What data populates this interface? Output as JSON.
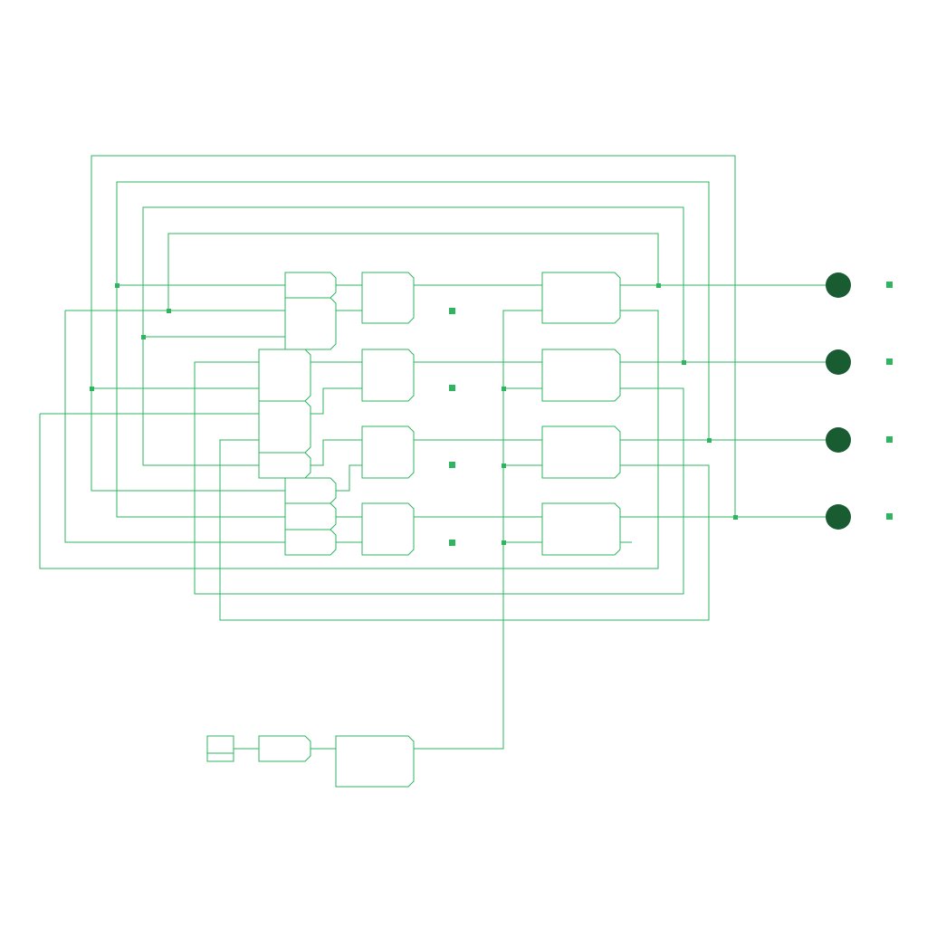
{
  "diagram": {
    "type": "logic-circuit-schematic",
    "colors": {
      "background": "#ffffff",
      "wire": "#2fb45f",
      "component_outline": "#2fb45f",
      "junction": "#2fb45f",
      "pin_marker": "#2fb45f",
      "led": "#1a5c32"
    },
    "components": [
      {
        "id": "gate-a1",
        "kind": "logic-gate-small"
      },
      {
        "id": "gate-a2",
        "kind": "logic-gate"
      },
      {
        "id": "gate-b1",
        "kind": "logic-gate"
      },
      {
        "id": "gate-b2",
        "kind": "logic-gate"
      },
      {
        "id": "gate-b3",
        "kind": "logic-gate-small"
      },
      {
        "id": "gate-c1",
        "kind": "logic-gate-small"
      },
      {
        "id": "gate-c2",
        "kind": "logic-gate-small"
      },
      {
        "id": "gate-c3",
        "kind": "logic-gate-small"
      },
      {
        "id": "mid-gate-1",
        "kind": "logic-gate"
      },
      {
        "id": "mid-gate-2",
        "kind": "logic-gate"
      },
      {
        "id": "mid-gate-3",
        "kind": "logic-gate"
      },
      {
        "id": "mid-gate-4",
        "kind": "logic-gate"
      },
      {
        "id": "flip-flop-1",
        "kind": "register"
      },
      {
        "id": "flip-flop-2",
        "kind": "register"
      },
      {
        "id": "flip-flop-3",
        "kind": "register"
      },
      {
        "id": "flip-flop-4",
        "kind": "register"
      },
      {
        "id": "clock-source",
        "kind": "input-pin"
      },
      {
        "id": "clock-buffer",
        "kind": "logic-gate-small"
      },
      {
        "id": "clock-divider",
        "kind": "register"
      }
    ],
    "outputs": [
      {
        "id": "led-1",
        "kind": "led"
      },
      {
        "id": "led-2",
        "kind": "led"
      },
      {
        "id": "led-3",
        "kind": "led"
      },
      {
        "id": "led-4",
        "kind": "led"
      }
    ]
  }
}
